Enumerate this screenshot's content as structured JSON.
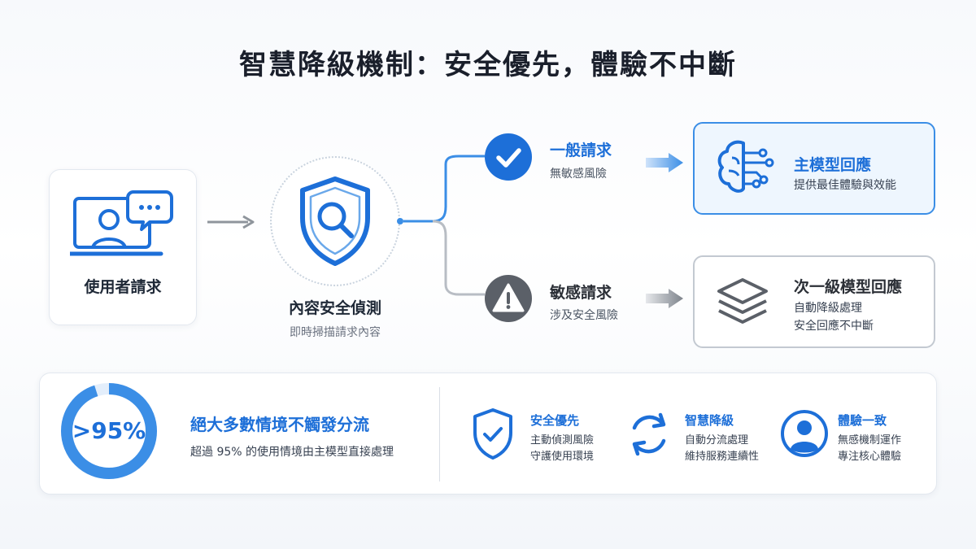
{
  "title": "智慧降級機制：安全優先，體驗不中斷",
  "user": {
    "label": "使用者請求"
  },
  "detection": {
    "title": "內容安全偵測",
    "subtitle": "即時掃描請求內容"
  },
  "normal_request": {
    "title": "一般請求",
    "subtitle": "無敏感風險"
  },
  "sensitive_request": {
    "title": "敏感請求",
    "subtitle": "涉及安全風險"
  },
  "primary_model": {
    "title": "主模型回應",
    "subtitle": "提供最佳體驗與效能"
  },
  "secondary_model": {
    "title": "次一級模型回應",
    "line1": "自動降級處理",
    "line2": "安全回應不中斷"
  },
  "stat": {
    "value_text": ">95%",
    "percent": 95,
    "title": "絕大多數情境不觸發分流",
    "subtitle": "超過 95% 的使用情境由主模型直接處理"
  },
  "features": [
    {
      "icon": "shield-check-icon",
      "title": "安全優先",
      "line1": "主動偵測風險",
      "line2": "守護使用環境"
    },
    {
      "icon": "refresh-cycle-icon",
      "title": "智慧降級",
      "line1": "自動分流處理",
      "line2": "維持服務連續性"
    },
    {
      "icon": "user-circle-icon",
      "title": "體驗一致",
      "line1": "無感機制運作",
      "line2": "專注核心體驗"
    }
  ],
  "colors": {
    "accent": "#1d6fd8",
    "accent_light": "#3b8ee6",
    "neutral": "#5b6068",
    "card_border": "#e3e8ef"
  }
}
